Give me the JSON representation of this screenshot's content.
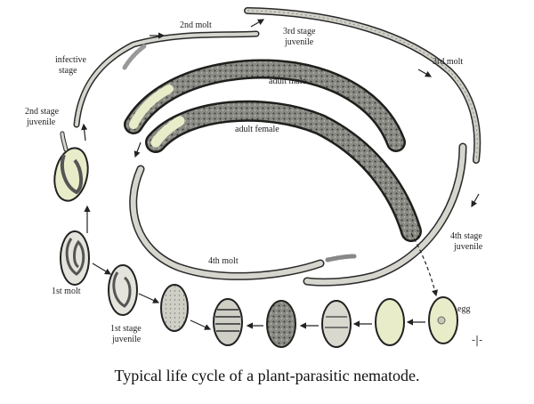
{
  "caption": "Typical life cycle of a plant-parasitic nematode.",
  "labels": {
    "second_molt": "2nd molt",
    "third_stage_juvenile_1": "3rd stage",
    "third_stage_juvenile_2": "juvenile",
    "third_molt": "3rd molt",
    "infective_1": "infective",
    "infective_2": "stage",
    "second_stage_juvenile_1": "2nd stage",
    "second_stage_juvenile_2": "juvenile",
    "adult_male": "adult male",
    "adult_female": "adult female",
    "fourth_stage_juvenile_1": "4th stage",
    "fourth_stage_juvenile_2": "juvenile",
    "fourth_molt": "4th molt",
    "first_molt": "1st molt",
    "first_stage_juvenile_1": "1st stage",
    "first_stage_juvenile_2": "juvenile",
    "egg": "egg"
  },
  "colors": {
    "ink": "#2a2a2a",
    "body_fill": "#d8d8d0",
    "body_dark": "#5a5a56",
    "yellowish": "#e9ecc8"
  }
}
